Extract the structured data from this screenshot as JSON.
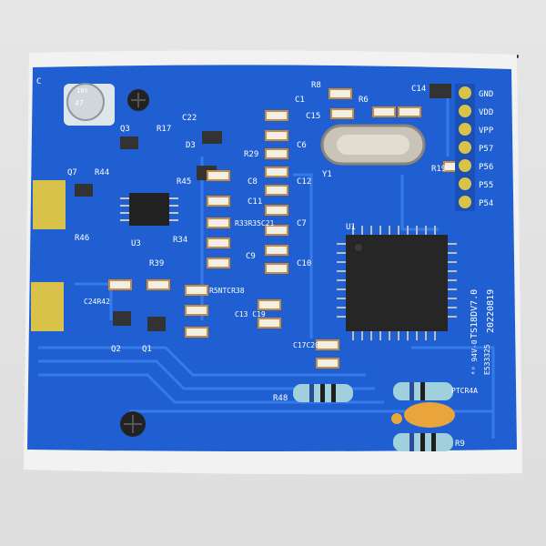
{
  "scene": {
    "wall_color": "#e3e3e3",
    "fabric_color": "#f2f2f2",
    "board_color": "#1f5fd1",
    "trace_color": "#3b82f0"
  },
  "header_pins": [
    "GND",
    "VDD",
    "VPP",
    "P57",
    "P56",
    "P55",
    "P54"
  ],
  "chip": {
    "name": "U1",
    "top_label": "TS18DV7.0",
    "date": "20220819",
    "mark_line1": "ᴿᵁ 94V-0",
    "mark_line2": "E533325"
  },
  "crystal": "Y1",
  "designators": {
    "c_top_left": "C",
    "cap_value": "47",
    "cap_voltage": "10V",
    "q3": "Q3",
    "r17": "R17",
    "c22": "C22",
    "d3": "D3",
    "r29": "R29",
    "c1": "C1",
    "r8": "R8",
    "c15": "C15",
    "r6": "R6",
    "c14": "C14",
    "q7": "Q7",
    "r44": "R44",
    "r45": "R45",
    "r46": "R46",
    "c8": "C8",
    "c6": "C6",
    "r19": "R19",
    "c12": "C12",
    "r33r35c21": "R33R35C21",
    "c11": "C11",
    "u3": "U3",
    "r34": "R34",
    "c7": "C7",
    "c9": "C9",
    "c10": "C10",
    "r39": "R39",
    "ntc_r38": "R5NTCR38",
    "c24r42": "C24R42",
    "c13c19": "C13 C19",
    "q2": "Q2",
    "q1": "Q1",
    "c17c20": "C17C20",
    "r48": "R48",
    "ptc_r4a": "PTCR4A",
    "r9": "R9"
  }
}
